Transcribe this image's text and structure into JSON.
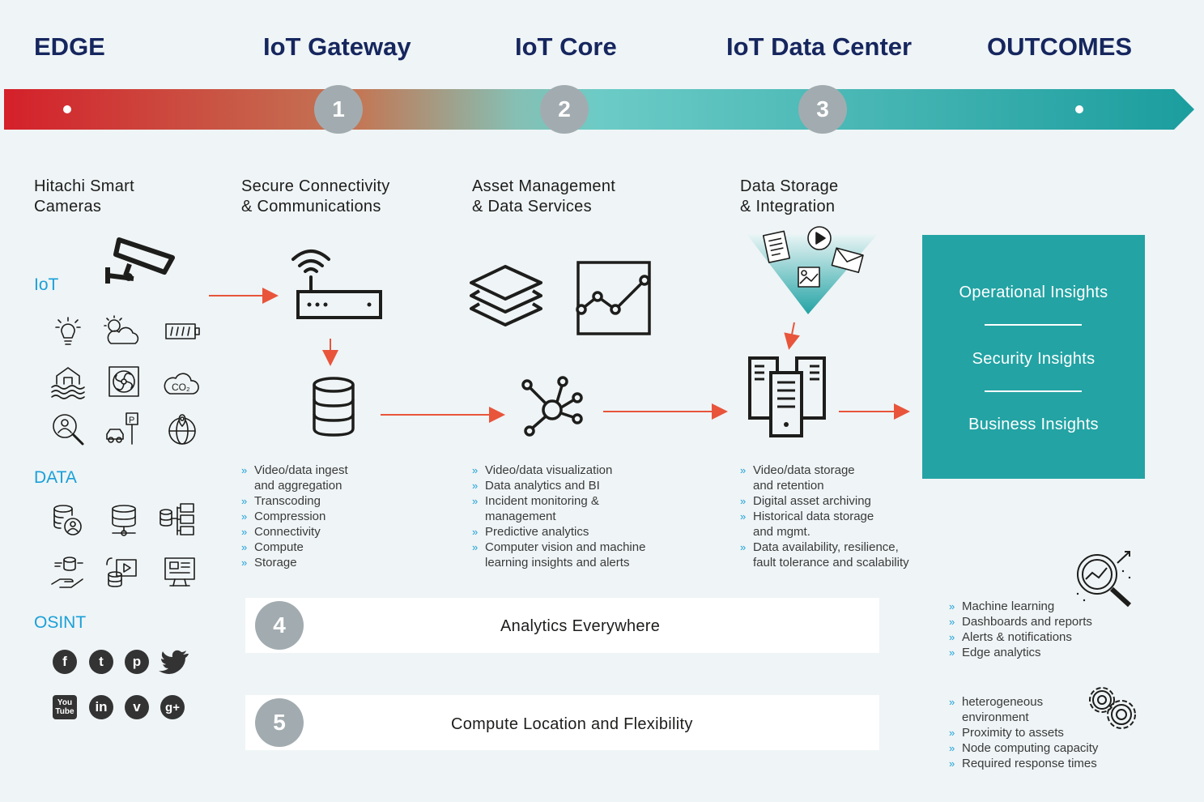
{
  "stages": [
    "EDGE",
    "IoT Gateway",
    "IoT Core",
    "IoT Data Center",
    "OUTCOMES"
  ],
  "timeline": {
    "markers": [
      "1",
      "2",
      "3"
    ]
  },
  "sections": {
    "edge": "Hitachi Smart\nCameras",
    "gateway": "Secure Connectivity\n& Communications",
    "core": "Asset Management\n& Data Services",
    "datacenter": "Data Storage\n& Integration"
  },
  "categories": {
    "iot": "IoT",
    "data": "DATA",
    "osint": "OSINT"
  },
  "gateway_bullets": [
    "Video/data ingest\nand aggregation",
    "Transcoding",
    "Compression",
    "Connectivity",
    "Compute",
    "Storage"
  ],
  "core_bullets": [
    "Video/data visualization",
    "Data analytics and BI",
    "Incident monitoring &\nmanagement",
    "Predictive analytics",
    "Computer vision and machine\nlearning insights and alerts"
  ],
  "datacenter_bullets": [
    "Video/data storage\nand retention",
    "Digital asset archiving",
    "Historical data storage\nand mgmt.",
    "Data availability, resilience,\nfault tolerance and scalability"
  ],
  "insights": [
    "Operational Insights",
    "Security Insights",
    "Business Insights"
  ],
  "bars": [
    {
      "number": "4",
      "label": "Analytics Everywhere"
    },
    {
      "number": "5",
      "label": "Compute Location and Flexibility"
    }
  ],
  "analytics_bullets": [
    "Machine learning",
    "Dashboards and reports",
    "Alerts & notifications",
    "Edge analytics"
  ],
  "compute_bullets": [
    "heterogeneous\nenvironment",
    "Proximity to assets",
    "Node computing capacity",
    "Required response times"
  ],
  "social": {
    "row1": [
      "f",
      "t",
      "p",
      "tw"
    ],
    "row2": [
      "You Tube",
      "in",
      "v",
      "g+"
    ]
  },
  "icons": {
    "iot": [
      "lightbulb-icon",
      "weather-icon",
      "battery-icon",
      "flood-icon",
      "fan-icon",
      "co2-icon",
      "person-search-icon",
      "parking-icon",
      "globe-pin-icon"
    ],
    "data": [
      "database-user-icon",
      "database-network-icon",
      "database-tree-icon",
      "data-hand-icon",
      "media-database-icon",
      "monitor-data-icon"
    ]
  },
  "colors": {
    "navy": "#16265e",
    "teal": "#23a3a4",
    "red": "#d4202a",
    "orange_arrow": "#e8553b",
    "blue_accent": "#1aa0d8",
    "grey_circle": "#a2acb0"
  }
}
